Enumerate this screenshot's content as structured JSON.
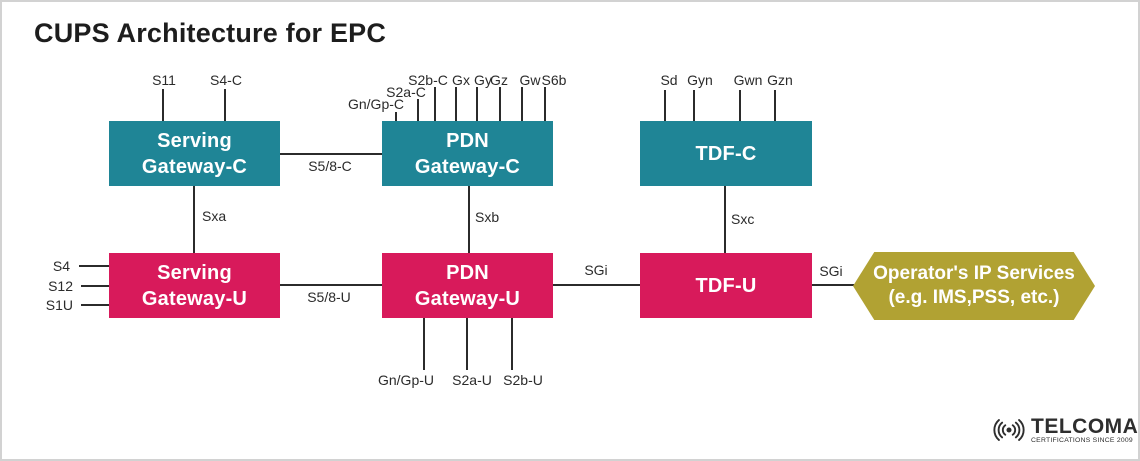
{
  "title": "CUPS Architecture for EPC",
  "colors": {
    "control_plane_box": "#1F8596",
    "user_plane_box": "#D81A5B",
    "operator_services_shape": "#B1A233",
    "connector_line": "#2B2B2B"
  },
  "boxes": {
    "serving_gateway_c": {
      "line1": "Serving",
      "line2": "Gateway-C"
    },
    "pdn_gateway_c": {
      "line1": "PDN",
      "line2": "Gateway-C"
    },
    "tdf_c": {
      "label": "TDF-C"
    },
    "serving_gateway_u": {
      "line1": "Serving",
      "line2": "Gateway-U"
    },
    "pdn_gateway_u": {
      "line1": "PDN",
      "line2": "Gateway-U"
    },
    "tdf_u": {
      "label": "TDF-U"
    },
    "operator_ip_services": {
      "line1": "Operator's IP Services",
      "line2": "(e.g. IMS,PSS, etc.)"
    }
  },
  "interfaces": {
    "s11": "S11",
    "s4_c": "S4-C",
    "gn_gp_c": "Gn/Gp-C",
    "s2a_c": "S2a-C",
    "s2b_c": "S2b-C",
    "gx": "Gx",
    "gy": "Gy",
    "gz": "Gz",
    "gw": "Gw",
    "s6b": "S6b",
    "sd": "Sd",
    "gyn": "Gyn",
    "gwn": "Gwn",
    "gzn": "Gzn",
    "s5_8_c": "S5/8-C",
    "sxa": "Sxa",
    "sxb": "Sxb",
    "sxc": "Sxc",
    "s4": "S4",
    "s12": "S12",
    "s1u": "S1U",
    "s5_8_u": "S5/8-U",
    "sgi_pgw_u_to_tdf_u": "SGi",
    "sgi_tdf_u_to_operator": "SGi",
    "gn_gp_u": "Gn/Gp-U",
    "s2a_u": "S2a-U",
    "s2b_u": "S2b-U"
  },
  "logo": {
    "brand": "TELCOMA",
    "tagline": "CERTIFICATIONS SINCE 2009"
  }
}
